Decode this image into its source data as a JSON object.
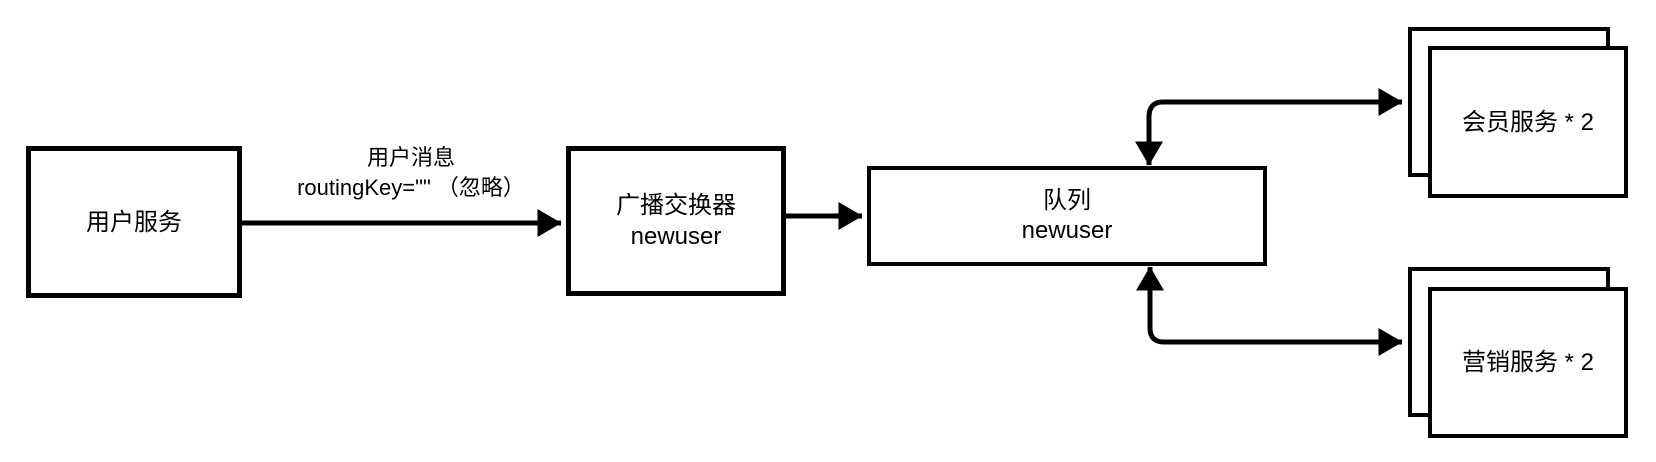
{
  "diagram": {
    "title": "fanout-exchange-message-flow",
    "colors": {
      "line": "#000000",
      "background": "#ffffff",
      "text": "#000000"
    },
    "nodes": {
      "user_service": {
        "label": "用户服务"
      },
      "exchange": {
        "line1": "广播交换器",
        "line2": "newuser"
      },
      "queue": {
        "line1": "队列",
        "line2": "newuser"
      },
      "member_service": {
        "label": "会员服务 * 2"
      },
      "marketing_service": {
        "label": "营销服务 * 2"
      }
    },
    "edges": {
      "publish": {
        "label_line1": "用户消息",
        "label_line2": "routingKey=\"\" （忽略）"
      }
    }
  }
}
